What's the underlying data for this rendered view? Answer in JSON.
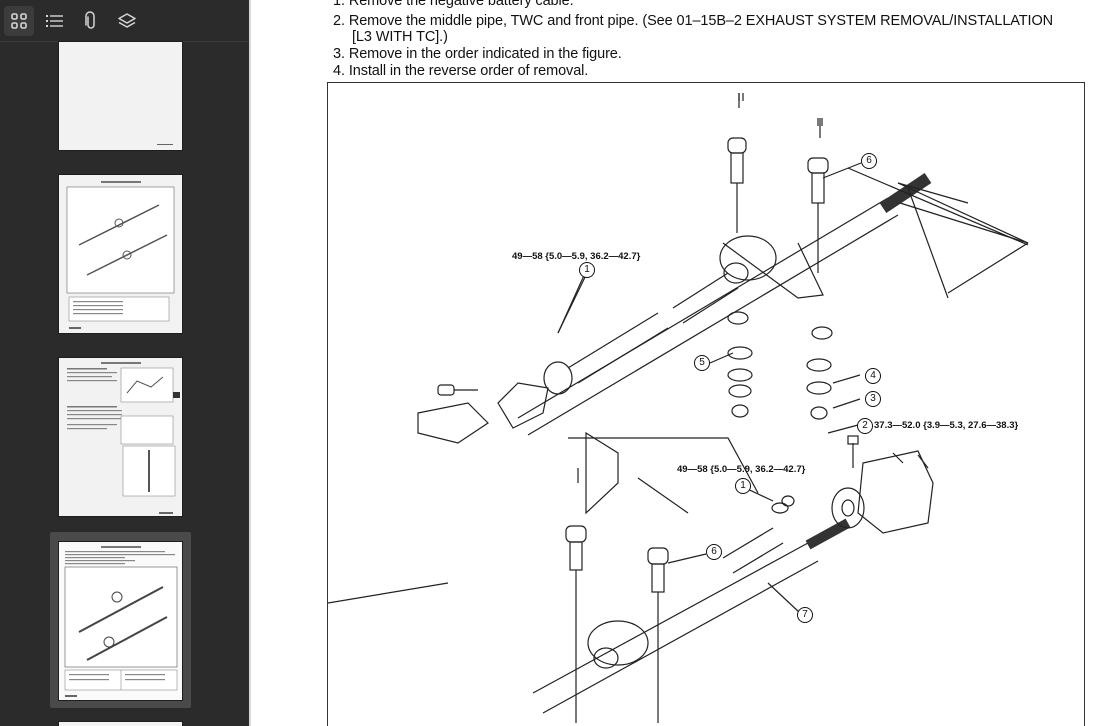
{
  "toolbar": {
    "items": [
      {
        "name": "thumbnails",
        "icon": "grid-icon",
        "active": true
      },
      {
        "name": "outline",
        "icon": "list-icon",
        "active": false
      },
      {
        "name": "attachments",
        "icon": "paperclip-icon",
        "active": false
      },
      {
        "name": "layers",
        "icon": "layers-icon",
        "active": false
      }
    ]
  },
  "document": {
    "steps": [
      "1. Remove the negative battery cable.",
      "2. Remove the middle pipe, TWC and front pipe. (See 01–15B–2 EXHAUST SYSTEM REMOVAL/INSTALLATION",
      "[L3 WITH TC].)",
      "3. Remove in the order indicated in the figure.",
      "4. Install in the reverse order of removal."
    ],
    "figure": {
      "torque_labels": [
        "49—58 {5.0—5.9, 36.2—42.7}",
        "37.3—52.0 {3.9—5.3, 27.6—38.3}",
        "49—58 {5.0—5.9, 36.2—42.7}"
      ],
      "callouts": [
        "1",
        "6",
        "5",
        "4",
        "3",
        "2",
        "1",
        "6",
        "7"
      ]
    }
  },
  "colors": {
    "sidebar_bg": "#2b2b2b",
    "selected_thumb_bg": "#4a4a4a",
    "icon": "#d6d6d6"
  }
}
